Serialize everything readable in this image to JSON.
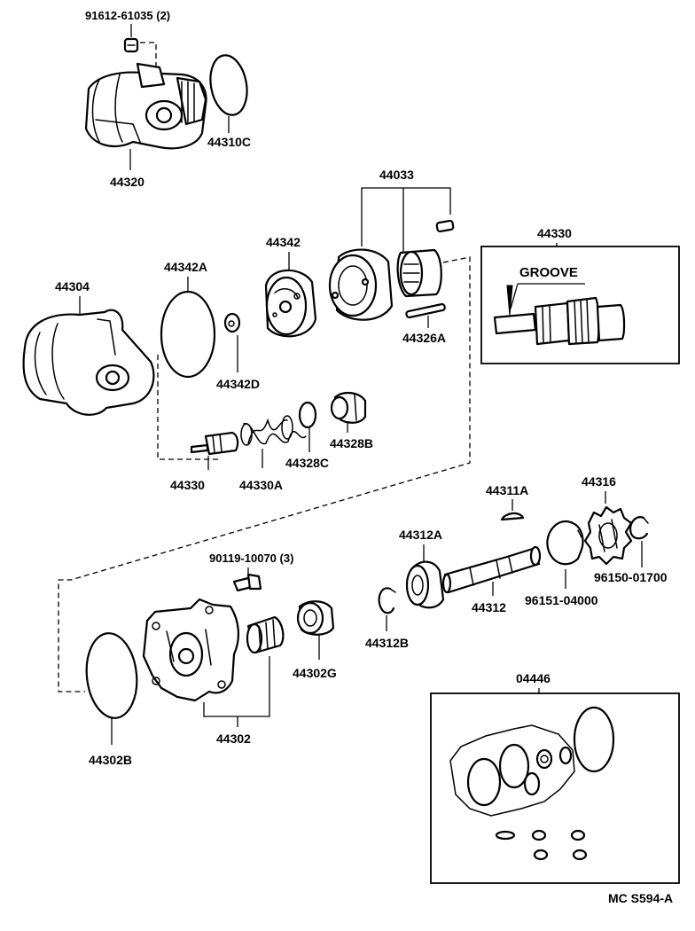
{
  "diagram": {
    "labels": {
      "l_91612": "91612-61035 (2)",
      "l_44310C": "44310C",
      "l_44320": "44320",
      "l_44033": "44033",
      "l_44330_top": "44330",
      "l_groove": "GROOVE",
      "l_44342": "44342",
      "l_44342A": "44342A",
      "l_44304": "44304",
      "l_44326A": "44326A",
      "l_44342D": "44342D",
      "l_44328B": "44328B",
      "l_44328C": "44328C",
      "l_44330": "44330",
      "l_44330A": "44330A",
      "l_44311A": "44311A",
      "l_44316": "44316",
      "l_44312A": "44312A",
      "l_90119": "90119-10070 (3)",
      "l_96150": "96150-01700",
      "l_96151": "96151-04000",
      "l_44312": "44312",
      "l_44312B": "44312B",
      "l_44302G": "44302G",
      "l_44302": "44302",
      "l_44302B": "44302B",
      "l_04446": "04446",
      "l_code": "MC S594-A"
    }
  }
}
